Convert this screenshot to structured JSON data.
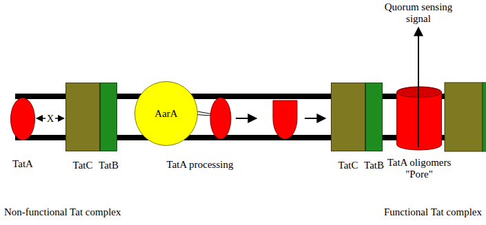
{
  "diagram": {
    "nodes": [
      {
        "text": [
          "TatA"
        ]
      },
      {
        "text": [
          "TatC"
        ]
      },
      {
        "text": [
          "TatB"
        ]
      },
      {
        "text": [
          "AarA"
        ]
      },
      {
        "text": [
          "TatC"
        ]
      },
      {
        "text": [
          "TatB"
        ]
      },
      {
        "text": [
          "TatA oligomers \"Pore\""
        ]
      }
    ],
    "edges": [
      {
        "from": 0,
        "to": 1,
        "label": "X",
        "arrow": "both"
      }
    ],
    "labels": [
      "Quorum sensing signal",
      "TatA processing",
      "Non-functional Tat complex",
      "Functional Tat complex"
    ]
  }
}
